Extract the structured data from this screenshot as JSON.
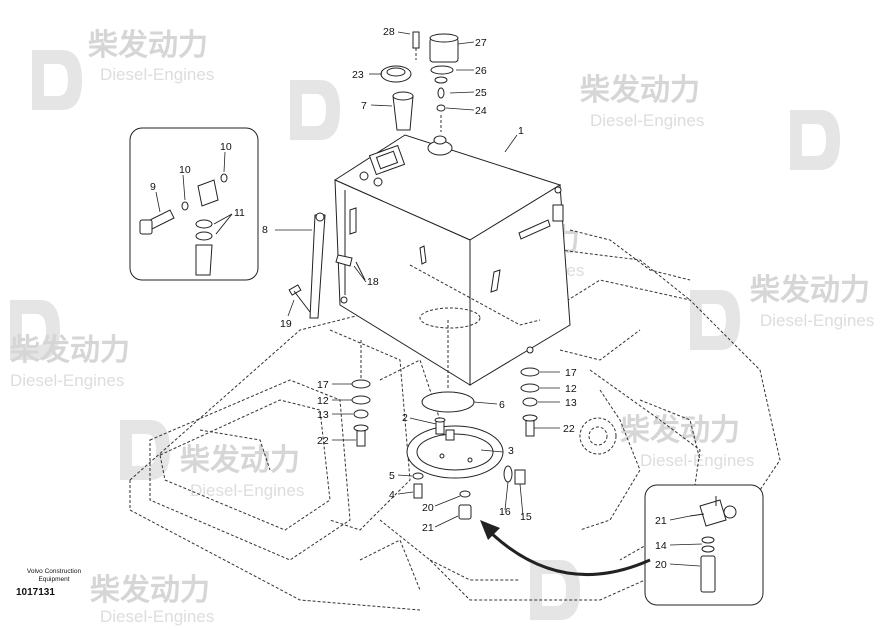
{
  "watermark": {
    "brand_cn": "柴发动力",
    "brand_en": "Diesel-Engines",
    "color": "#c9c9c9"
  },
  "footer": {
    "brand_line1": "Volvo Construction",
    "brand_line2": "Equipment",
    "doc_number": "1017131"
  },
  "callouts": {
    "n1": "1",
    "n2": "2",
    "n3": "3",
    "n4": "4",
    "n5": "5",
    "n6": "6",
    "n7": "7",
    "n8": "8",
    "n9": "9",
    "n10a": "10",
    "n10b": "10",
    "n11": "11",
    "n12a": "12",
    "n12b": "12",
    "n13a": "13",
    "n13b": "13",
    "n14": "14",
    "n15": "15",
    "n16": "16",
    "n17a": "17",
    "n17b": "17",
    "n18": "18",
    "n19": "19",
    "n20a": "20",
    "n20b": "20",
    "n21a": "21",
    "n21b": "21",
    "n22a": "22",
    "n22b": "22",
    "n23": "23",
    "n24": "24",
    "n25": "25",
    "n26": "26",
    "n27": "27",
    "n28": "28"
  }
}
